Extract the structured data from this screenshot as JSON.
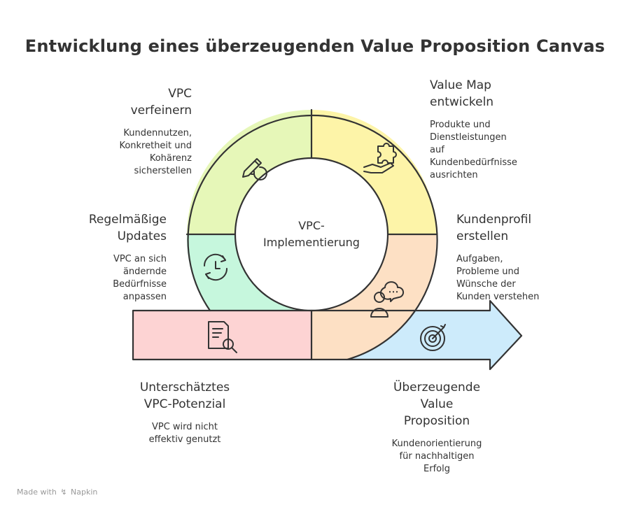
{
  "title": "Entwicklung eines überzeugenden Value Proposition Canvas",
  "center_label": "VPC-\nImplementierung",
  "colors": {
    "green": "#e6f7b8",
    "yellow": "#fdf4a8",
    "mint": "#c6f7dd",
    "peach": "#fde0c4",
    "pink": "#fdd3d3",
    "blue": "#cdebfb",
    "stroke": "#333333"
  },
  "segments": [
    {
      "id": "refine",
      "heading": "VPC\nverfeinern",
      "description": "Kundennutzen,\nKonkretheit und\nKohärenz\nsicherstellen",
      "icon": "pencil-icon"
    },
    {
      "id": "value-map",
      "heading": "Value Map\nentwickeln",
      "description": "Produkte und\nDienstleistungen\nauf\nKundenbedürfnisse\nausrichten",
      "icon": "puzzle-hand-icon"
    },
    {
      "id": "updates",
      "heading": "Regelmäßige\nUpdates",
      "description": "VPC an sich\nändernde\nBedürfnisse\nanpassen",
      "icon": "clock-cycle-icon"
    },
    {
      "id": "customer-profile",
      "heading": "Kundenprofil\nerstellen",
      "description": "Aufgaben,\nProbleme und\nWünsche der\nKunden verstehen",
      "icon": "person-thought-icon"
    },
    {
      "id": "underestimated",
      "heading": "Unterschätztes\nVPC-Potenzial",
      "description": "VPC wird nicht\neffektiv genutzt",
      "icon": "document-search-icon"
    },
    {
      "id": "compelling",
      "heading": "Überzeugende\nValue\nProposition",
      "description": "Kundenorientierung\nfür nachhaltigen\nErfolg",
      "icon": "target-icon"
    }
  ],
  "footer": {
    "made_with": "Made with",
    "brand": "Napkin"
  }
}
